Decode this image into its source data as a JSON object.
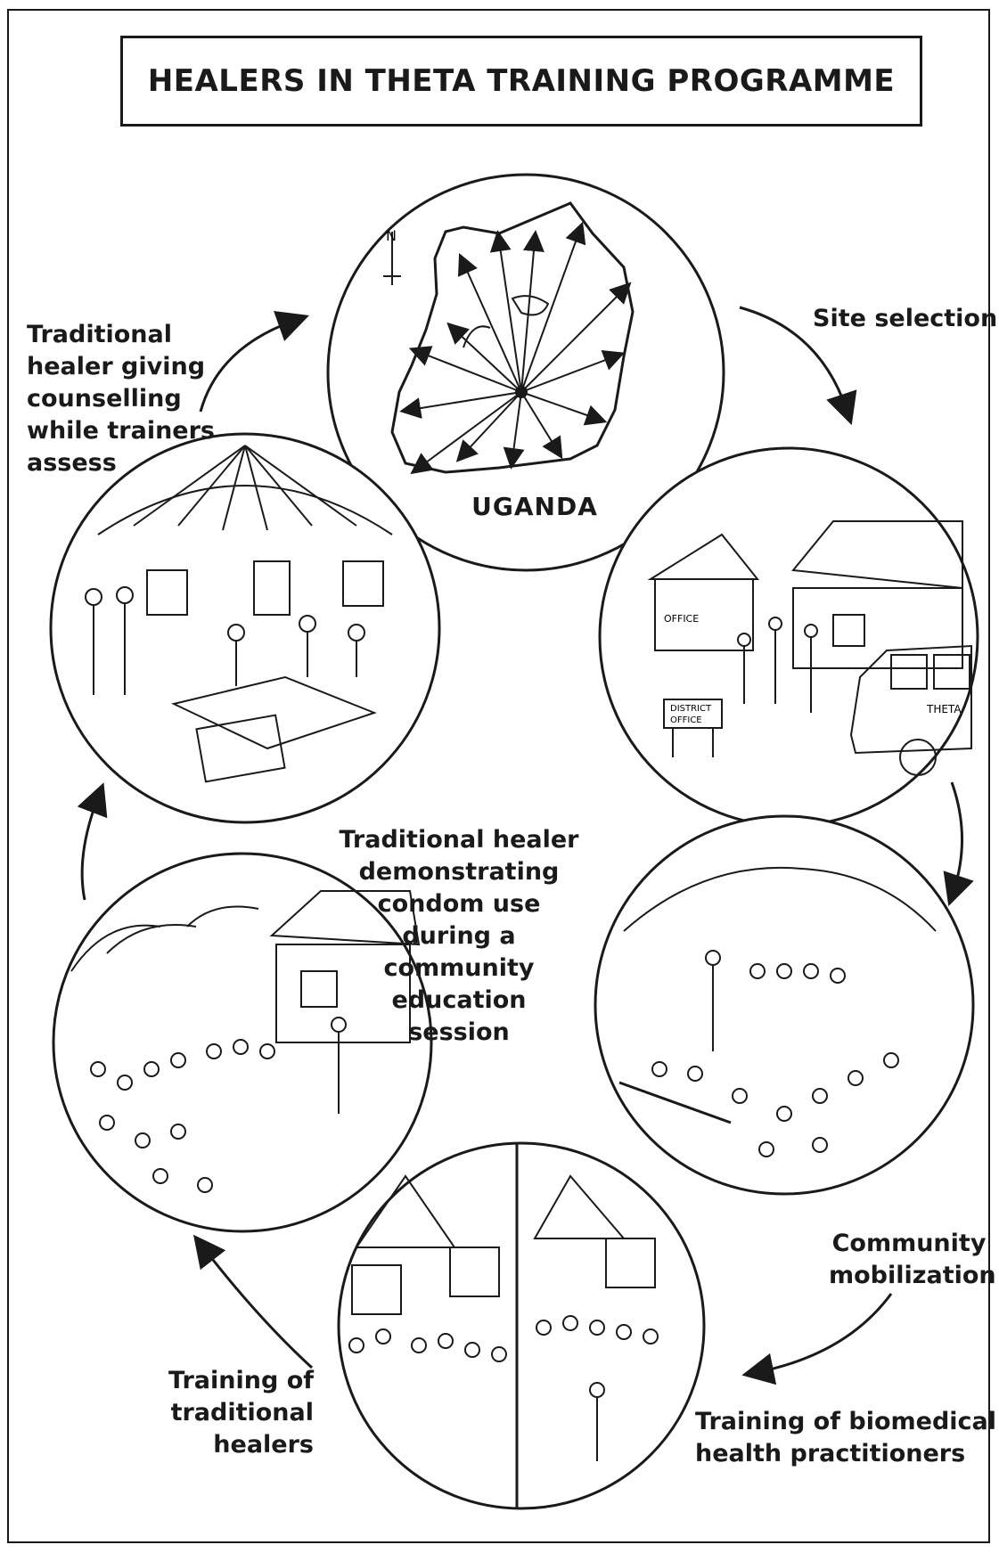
{
  "title": "HEALERS IN THETA TRAINING PROGRAMME",
  "map_label": "UGANDA",
  "stages": {
    "site_selection": "Site selection",
    "community_mobilization": [
      "Community",
      "mobilization"
    ],
    "training_biomedical": [
      "Training of biomedical",
      "health practitioners"
    ],
    "training_traditional": [
      "Training of traditional",
      "healers"
    ],
    "demonstrating": [
      "Traditional healer",
      "demonstrating",
      "condom use",
      "during a",
      "community",
      "education",
      "session"
    ],
    "counselling": [
      "Traditional",
      "healer giving",
      "counselling",
      "while trainers",
      "assess"
    ]
  },
  "building_signs": {
    "office": "OFFICE",
    "district_office": [
      "DISTRICT",
      "OFFICE"
    ],
    "van": "THETA"
  },
  "compass": "N"
}
